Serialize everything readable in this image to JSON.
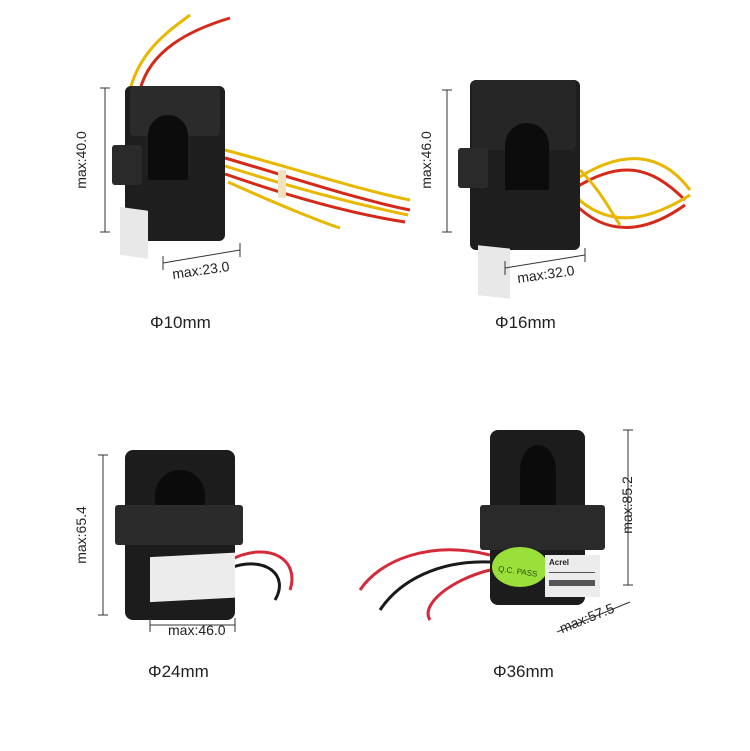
{
  "products": [
    {
      "caption": "Φ10mm",
      "height_label": "max:40.0",
      "width_label": "max:23.0",
      "wire_colors": [
        "#e8b800",
        "#d42a1a"
      ]
    },
    {
      "caption": "Φ16mm",
      "height_label": "max:46.0",
      "width_label": "max:32.0",
      "wire_colors": [
        "#e8b800",
        "#d42a1a"
      ]
    },
    {
      "caption": "Φ24mm",
      "height_label": "max:65.4",
      "width_label": "max:46.0",
      "wire_colors": [
        "#d42a3a",
        "#1a1a1a"
      ]
    },
    {
      "caption": "Φ36mm",
      "height_label": "max:85.2",
      "width_label": "max:57.5",
      "wire_colors": [
        "#d42a3a",
        "#1a1a1a"
      ]
    }
  ],
  "label_text": {
    "brand": "Acrel",
    "qc": "Q.C. PASS"
  }
}
